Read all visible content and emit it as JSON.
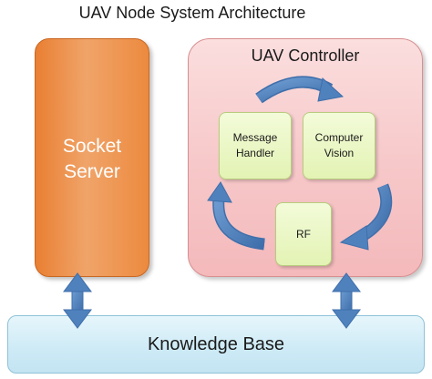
{
  "title": "UAV Node System Architecture",
  "nodes": {
    "socket_server": {
      "line1": "Socket",
      "line2": "Server"
    },
    "uav_controller": "UAV Controller",
    "message_handler": {
      "line1": "Message",
      "line2": "Handler"
    },
    "computer_vision": {
      "line1": "Computer",
      "line2": "Vision"
    },
    "rf": "RF",
    "knowledge_base": "Knowledge Base"
  },
  "colors": {
    "socket_server": "#ec8a3f",
    "uav_controller": "#f7c9ca",
    "module": "#e3f3b4",
    "knowledge_base": "#cdeaf6",
    "arrow": "#4f81bd"
  }
}
